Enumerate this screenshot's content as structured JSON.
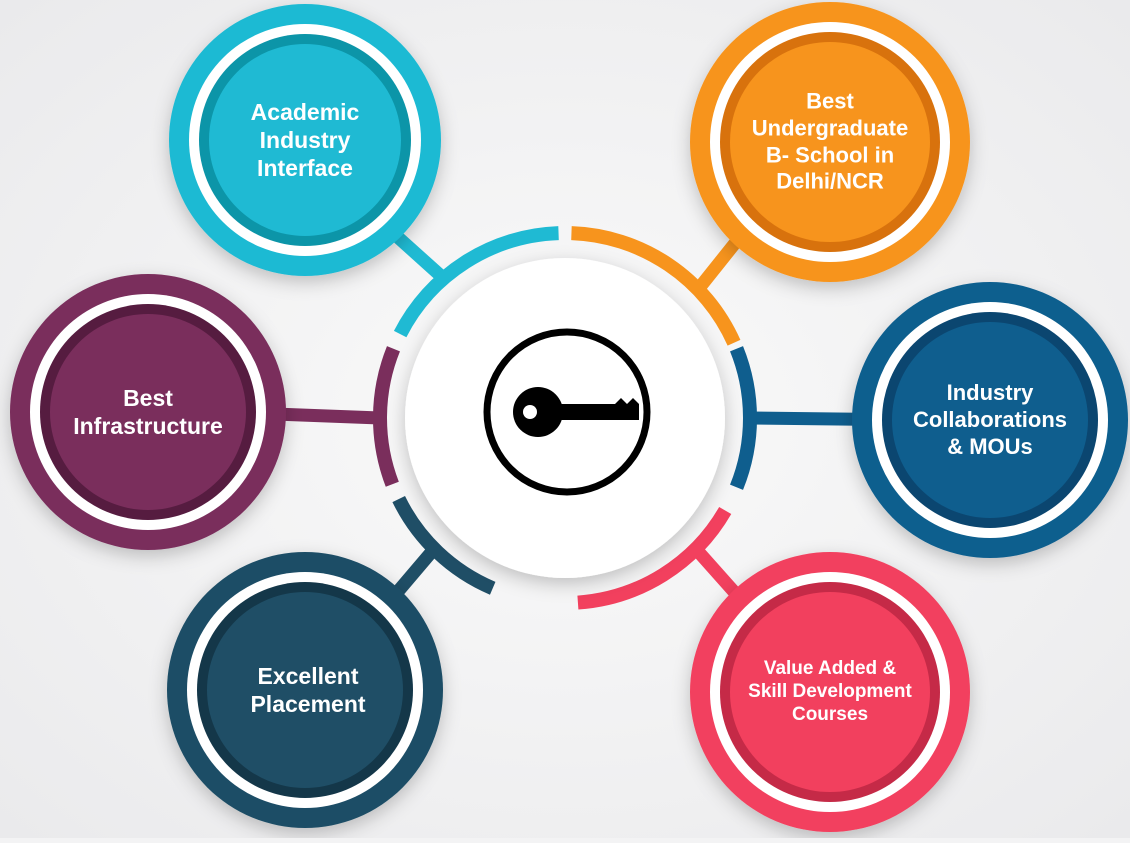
{
  "colors": {
    "background": "#f3f3f4",
    "center_disc": "#ffffff",
    "key_icon": "#000000"
  },
  "center": {
    "icon": "key-icon"
  },
  "nodes": [
    {
      "id": "academic-industry-interface",
      "lines": [
        "Academic",
        "Industry",
        "Interface"
      ],
      "color": "#1fbad3",
      "dark": "#0c95a8"
    },
    {
      "id": "best-undergraduate-b-school",
      "lines": [
        "Best",
        "Undergraduate",
        "B- School in",
        "Delhi/NCR"
      ],
      "color": "#f7941d",
      "dark": "#d8720d"
    },
    {
      "id": "best-infrastructure",
      "lines": [
        "Best",
        "Infrastructure"
      ],
      "color": "#7a2e5c",
      "dark": "#561c40"
    },
    {
      "id": "industry-collaborations-mous",
      "lines": [
        "Industry",
        "Collaborations",
        "& MOUs"
      ],
      "color": "#0f5e8e",
      "dark": "#0b4670"
    },
    {
      "id": "excellent-placement",
      "lines": [
        "Excellent",
        "Placement"
      ],
      "color": "#1f4e66",
      "dark": "#143749"
    },
    {
      "id": "value-added-skill-development-courses",
      "lines": [
        "Value Added &",
        "Skill Development",
        "Courses"
      ],
      "color": "#f2405e",
      "dark": "#c52a47"
    }
  ]
}
